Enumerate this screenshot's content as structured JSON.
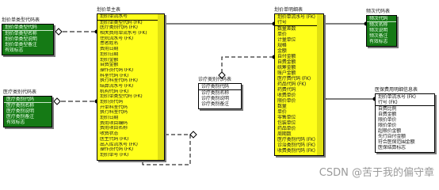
{
  "diagram": {
    "entities": [
      {
        "id": "pricing_unit_type",
        "title": "划价单类型代码表",
        "color": "green",
        "key_rows": [
          "划价单类型代码"
        ],
        "rows": [
          "划价单类型名称",
          "划价单类型说明",
          "划价单类型备注",
          "有效标志"
        ]
      },
      {
        "id": "medical_type",
        "title": "医疗类别代码表",
        "color": "green",
        "key_rows": [
          "医疗类别代码"
        ],
        "rows": [
          "医疗类别名称",
          "医疗类别说明",
          "医疗类别备注",
          "有效标志"
        ]
      },
      {
        "id": "pricing_master",
        "title": "划价单主表",
        "color": "yellow",
        "key_rows": [
          "划价单流水号"
        ],
        "rows": [
          "划价单类型代码 (FK)",
          "医疗类别代码 (FK)",
          "相关费用单流水号 (FK)",
          "住院流水号 (FK)",
          "患者姓名",
          "费用日期",
          "划价日期",
          "划价金额",
          "自费金额",
          "操作员代码 (FK)",
          "科室代码 (FK)",
          "执行科室代码 (FK)",
          "结算流水号 (FK)",
          "机构代码 (FK)",
          "划价单类型代码 (FK)",
          "划价员代码",
          "开单科室代码",
          "执行科室代码",
          "划价日期",
          "费用项目编码",
          "费用项目名称",
          "收费状态",
          "医生代码 (FK)",
          "出入库流水号 (FK)",
          "操作员代码 (FK)",
          "划价单号 (FK)"
        ]
      },
      {
        "id": "pricing_detail",
        "title": "划价单明细表",
        "color": "yellow",
        "key_rows": [
          "划价单流水号 (FK)",
          "行号"
        ],
        "rows": [
          "数量差数",
          "单价",
          "计量单位",
          "规格",
          "金额",
          "自付金额",
          "自费金额",
          "统筹金额",
          "账户金额",
          "医疗费代码 (FK)",
          "药品代码 (FK)",
          "药费代码",
          "收费单价",
          "限价单价",
          "数量",
          "单价",
          "零售单位",
          "包装单位",
          "药品单价",
          "周期数",
          "医疗类别代码 (FK)",
          "诊治类别代码 (FK)",
          "收费类别代码 (FK)"
        ]
      },
      {
        "id": "treatment_type",
        "title": "诊疗类别代码表",
        "color": "white",
        "key_rows": [
          "诊疗类别代码"
        ],
        "rows": [
          "诊疗类别名称",
          "诊疗类别说明",
          "诊疗类别备注"
        ]
      },
      {
        "id": "frequency",
        "title": "频次代码表",
        "color": "green",
        "key_rows": [
          "频次代码"
        ],
        "rows": [
          "频次名称",
          "频次说明",
          "频次备注",
          "有效标志"
        ]
      },
      {
        "id": "insurance_detail",
        "title": "医保费用明细信息表",
        "color": "white",
        "key_rows": [
          "划价单流水号 (FK)",
          "行号 (FK)"
        ],
        "rows": [
          "自费比例",
          "自费金额",
          "限价单价",
          "限价单价",
          "超限价金额",
          "先行自付金额",
          "符合医保范围金额",
          "医保结算标志"
        ]
      }
    ],
    "watermark": "CSDN @苦于我的偏守章"
  }
}
